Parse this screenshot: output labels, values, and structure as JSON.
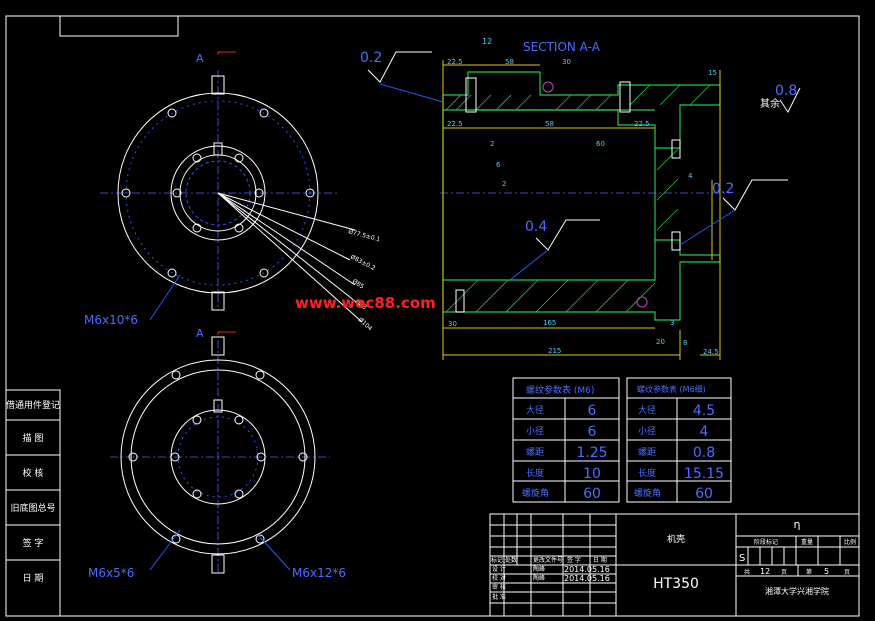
{
  "section_title": "SECTION A-A",
  "view_label": "A",
  "watermark": "www.woc88.com",
  "roughness": {
    "top_left": "0.2",
    "right": "0.2",
    "inner": "0.4",
    "general": "0.8",
    "general_note": "其余"
  },
  "callouts": {
    "top_holes": "M6x10*6",
    "bottom_left": "M6x5*6",
    "bottom_right": "M6x12*6"
  },
  "dimensions": {
    "d_12": "12",
    "d_22_5a": "22.5",
    "d_58a": "58",
    "d_30": "30",
    "d_22_5b": "22.5",
    "d_58b": "58",
    "d_22_5c": "22.5",
    "d_60": "60",
    "d_6": "6",
    "d_2": "2",
    "d_2b": "2",
    "d_4": "4",
    "d_15": "15",
    "d_30b": "30",
    "d_165": "165",
    "d_215": "215",
    "d_20": "20",
    "d_24_5": "24.5",
    "d_3": "3",
    "d_8": "8"
  },
  "left_sidebar": [
    "借通用件登记",
    "描 图",
    "校 核",
    "旧底图总号",
    "签 字",
    "日 期"
  ],
  "thread_table_1": {
    "header": "螺纹参数表 (M6)",
    "rows": [
      {
        "label": "大径",
        "value": "6"
      },
      {
        "label": "小径",
        "value": "6"
      },
      {
        "label": "螺距",
        "value": "1.25"
      },
      {
        "label": "长度",
        "value": "10"
      },
      {
        "label": "螺旋角",
        "value": "60"
      }
    ]
  },
  "thread_table_2": {
    "header": "螺纹参数表 (M6细)",
    "rows": [
      {
        "label": "大径",
        "value": "4.5"
      },
      {
        "label": "小径",
        "value": "4"
      },
      {
        "label": "螺距",
        "value": "0.8"
      },
      {
        "label": "长度",
        "value": "15.15"
      },
      {
        "label": "螺旋角",
        "value": "60"
      }
    ]
  },
  "title_block": {
    "part_name": "机壳",
    "material": "HT350",
    "drawing_no": "η",
    "col_labels": [
      "阶段标记",
      "重量",
      "比例"
    ],
    "stage": "S",
    "sheet_total_label": "共",
    "sheet_total": "12",
    "sheet_unit1": "页",
    "sheet_no_label": "第",
    "sheet_no": "5",
    "sheet_unit2": "页",
    "school": "湘潭大学兴湘学院",
    "rev_header": [
      "标记",
      "处数",
      "更改文件号",
      "签 字",
      "日 期"
    ],
    "sign_rows": [
      {
        "role": "设 计",
        "name": "陶峰",
        "date": "2014.05.16"
      },
      {
        "role": "校 对",
        "name": "陶峰",
        "date": "2014.05.16"
      },
      {
        "role": "审 核",
        "name": "",
        "date": ""
      },
      {
        "role": "批 准",
        "name": "",
        "date": ""
      }
    ]
  },
  "circle_notes": [
    "Ø77.5±0.1",
    "Ø83±0.2",
    "Ø85",
    "Ø93",
    "Ø104"
  ]
}
